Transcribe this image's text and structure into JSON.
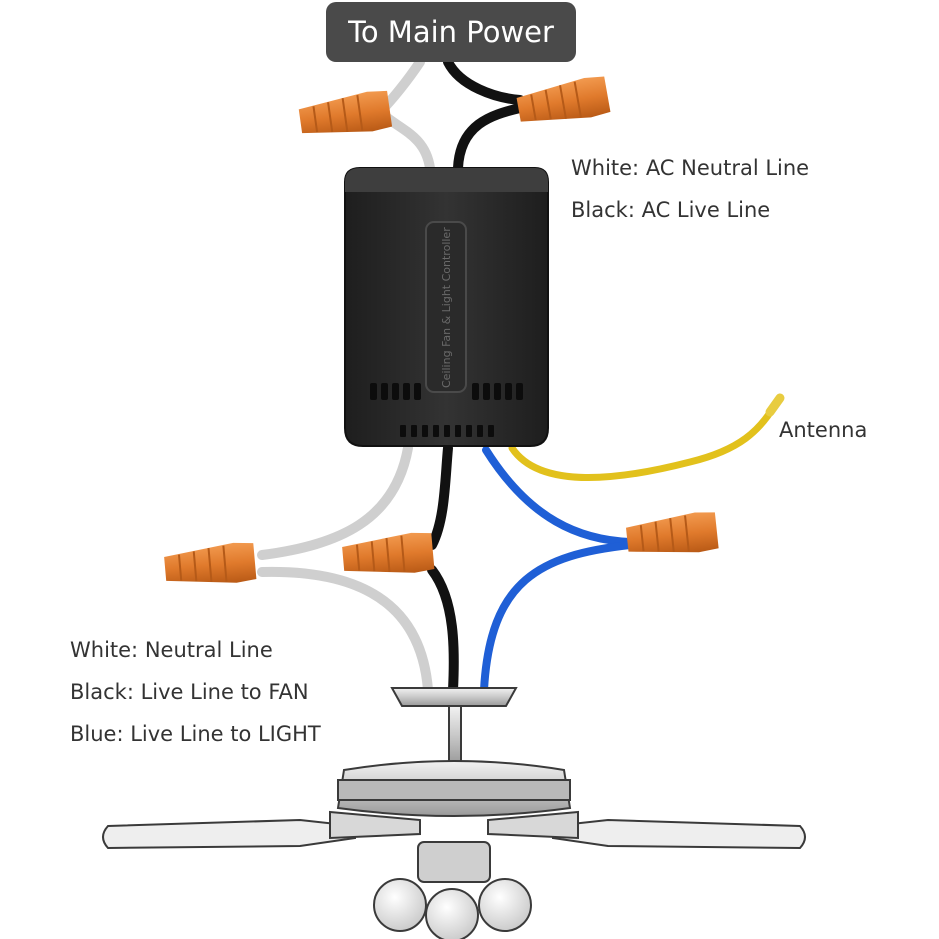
{
  "header": {
    "title": "To Main Power"
  },
  "receiver": {
    "label": "Ceiling Fan & Light Controller"
  },
  "legend_top": {
    "white": "White: AC Neutral Line",
    "black": "Black: AC Live Line"
  },
  "antenna": {
    "label": "Antenna"
  },
  "legend_bottom": {
    "white": "White: Neutral Line",
    "black": "Black: Live Line to FAN",
    "blue": "Blue: Live Line to LIGHT"
  },
  "colors": {
    "white_wire": "#cfcfcf",
    "black_wire": "#111111",
    "blue_wire": "#1f5fd6",
    "antenna_wire": "#e2c11c",
    "wire_nut": "#e07a2c",
    "receiver_body": "#2b2b2b",
    "label_bg": "#4a4a4a"
  }
}
